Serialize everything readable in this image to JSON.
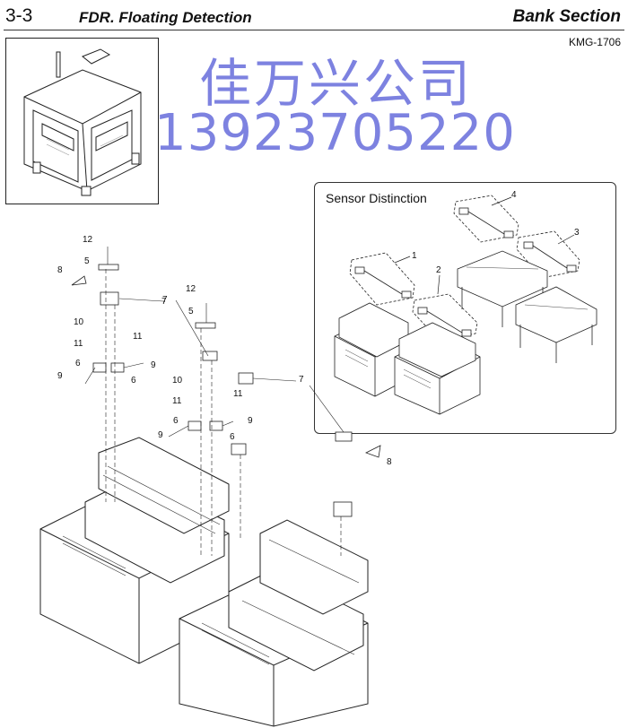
{
  "header": {
    "section_number": "3-3",
    "title": "FDR. Floating Detection",
    "section": "Bank Section",
    "doc_code": "KMG-1706"
  },
  "watermark": {
    "line1": "佳万兴公司",
    "line2": "13923705220",
    "color": "#7d82e0"
  },
  "inset": {
    "title": "Sensor Distinction",
    "callouts": [
      "1",
      "2",
      "3",
      "4"
    ]
  },
  "callouts": {
    "c12a": "12",
    "c5a": "5",
    "c8a": "8",
    "c7a": "7",
    "c10a": "10",
    "c11a1": "11",
    "c11a2": "11",
    "c6a": "6",
    "c9a1": "9",
    "c9a2": "9",
    "c6a2": "6",
    "c12b": "12",
    "c5b": "5",
    "c7b": "7",
    "c10b": "10",
    "c11b": "11",
    "c11b2": "11",
    "c6b": "6",
    "c9b": "9",
    "c9b2": "9",
    "c6b2": "6",
    "c7c": "7",
    "c8c": "8"
  }
}
